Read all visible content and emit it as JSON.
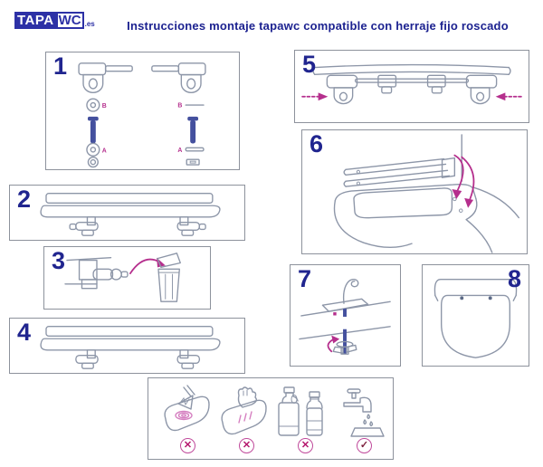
{
  "header": {
    "logo_tapa": "TAPA",
    "logo_wc": "WC",
    "logo_es": ".es",
    "title": "Instrucciones montaje tapawc compatible con herraje fijo roscado"
  },
  "steps": [
    "1",
    "2",
    "3",
    "4",
    "5",
    "6",
    "7",
    "8"
  ],
  "part_labels": {
    "a": "A",
    "b": "B"
  },
  "care_marks": [
    {
      "symbol": "✕",
      "allowed": "no"
    },
    {
      "symbol": "✕",
      "allowed": "no"
    },
    {
      "symbol": "✕",
      "allowed": "no"
    },
    {
      "symbol": "✓",
      "allowed": "yes"
    }
  ],
  "colors": {
    "navy": "#20258f",
    "magenta": "#b52f8d",
    "diagram_line": "#8d96a8",
    "screw_blue": "#44509e",
    "logo_blue": "#2d31a6"
  }
}
